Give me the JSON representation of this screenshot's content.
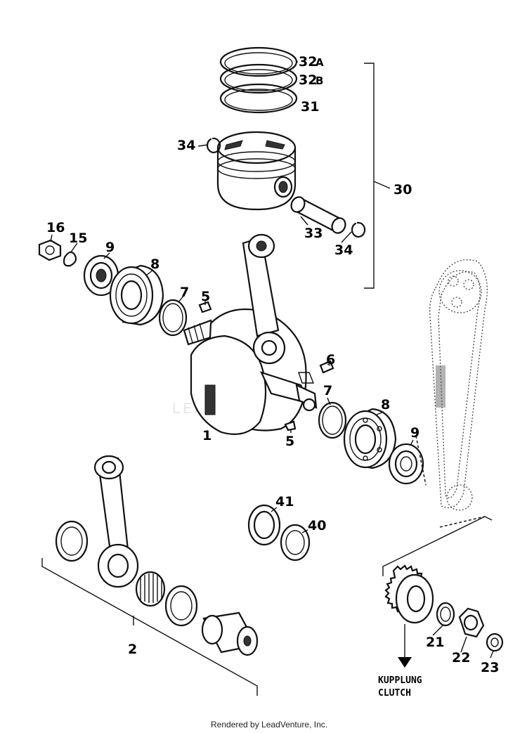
{
  "callouts": {
    "c32a_num": "32",
    "c32a_letter": "A",
    "c32b_num": "32",
    "c32b_letter": "B",
    "c31": "31",
    "c34_top": "34",
    "c30": "30",
    "c33": "33",
    "c34_right": "34",
    "c16": "16",
    "c15": "15",
    "c9_left": "9",
    "c8_left": "8",
    "c7_left": "7",
    "c5_top": "5",
    "c6": "6",
    "c7_right": "7",
    "c8_right": "8",
    "c1": "1",
    "c5_bottom": "5",
    "c9_right": "9",
    "c41": "41",
    "c40": "40",
    "c2": "2",
    "c21": "21",
    "c22": "22",
    "c23": "23"
  },
  "arrow_label": {
    "line1": "KUPPLUNG",
    "line2": "CLUTCH"
  },
  "watermark": "LEADVENTURE",
  "footer": "Rendered by LeadVenture, Inc."
}
